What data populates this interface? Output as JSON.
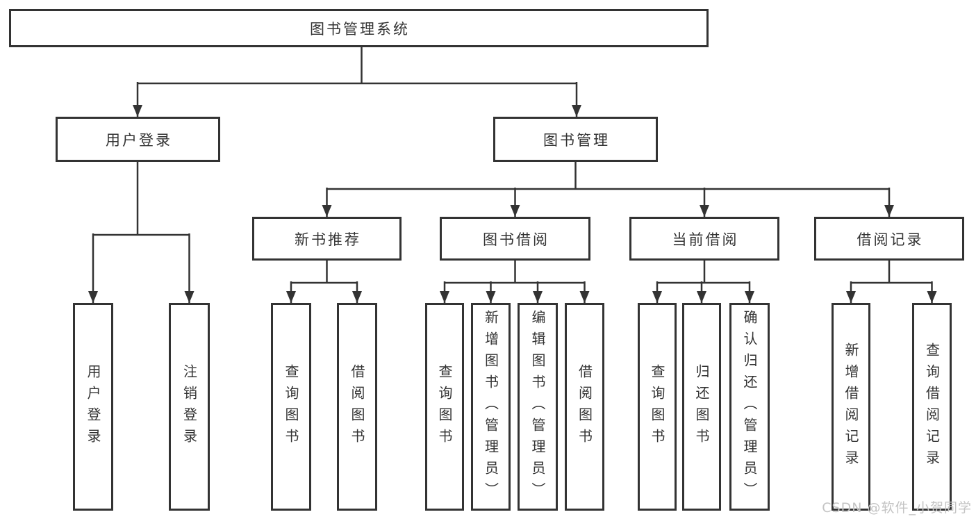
{
  "tree": {
    "label": "图书管理系统",
    "children": [
      {
        "label": "用户登录",
        "children": [
          {
            "label": "用户登录"
          },
          {
            "label": "注销登录"
          }
        ]
      },
      {
        "label": "图书管理",
        "children": [
          {
            "label": "新书推荐",
            "children": [
              {
                "label": "查询图书"
              },
              {
                "label": "借阅图书"
              }
            ]
          },
          {
            "label": "图书借阅",
            "children": [
              {
                "label": "查询图书"
              },
              {
                "label": "新增图书（管理员）"
              },
              {
                "label": "编辑图书（管理员）"
              },
              {
                "label": "借阅图书"
              }
            ]
          },
          {
            "label": "当前借阅",
            "children": [
              {
                "label": "查询图书"
              },
              {
                "label": "归还图书"
              },
              {
                "label": "确认归还（管理员）"
              }
            ]
          },
          {
            "label": "借阅记录",
            "children": [
              {
                "label": "新增借阅记录"
              },
              {
                "label": "查询借阅记录"
              }
            ]
          }
        ]
      }
    ]
  },
  "watermark": "CSDN @软件_小贺同学",
  "colors": {
    "line": "#333333",
    "box_border": "#333333",
    "text": "#333333",
    "watermark": "#c4c4c4",
    "background": "#ffffff"
  }
}
